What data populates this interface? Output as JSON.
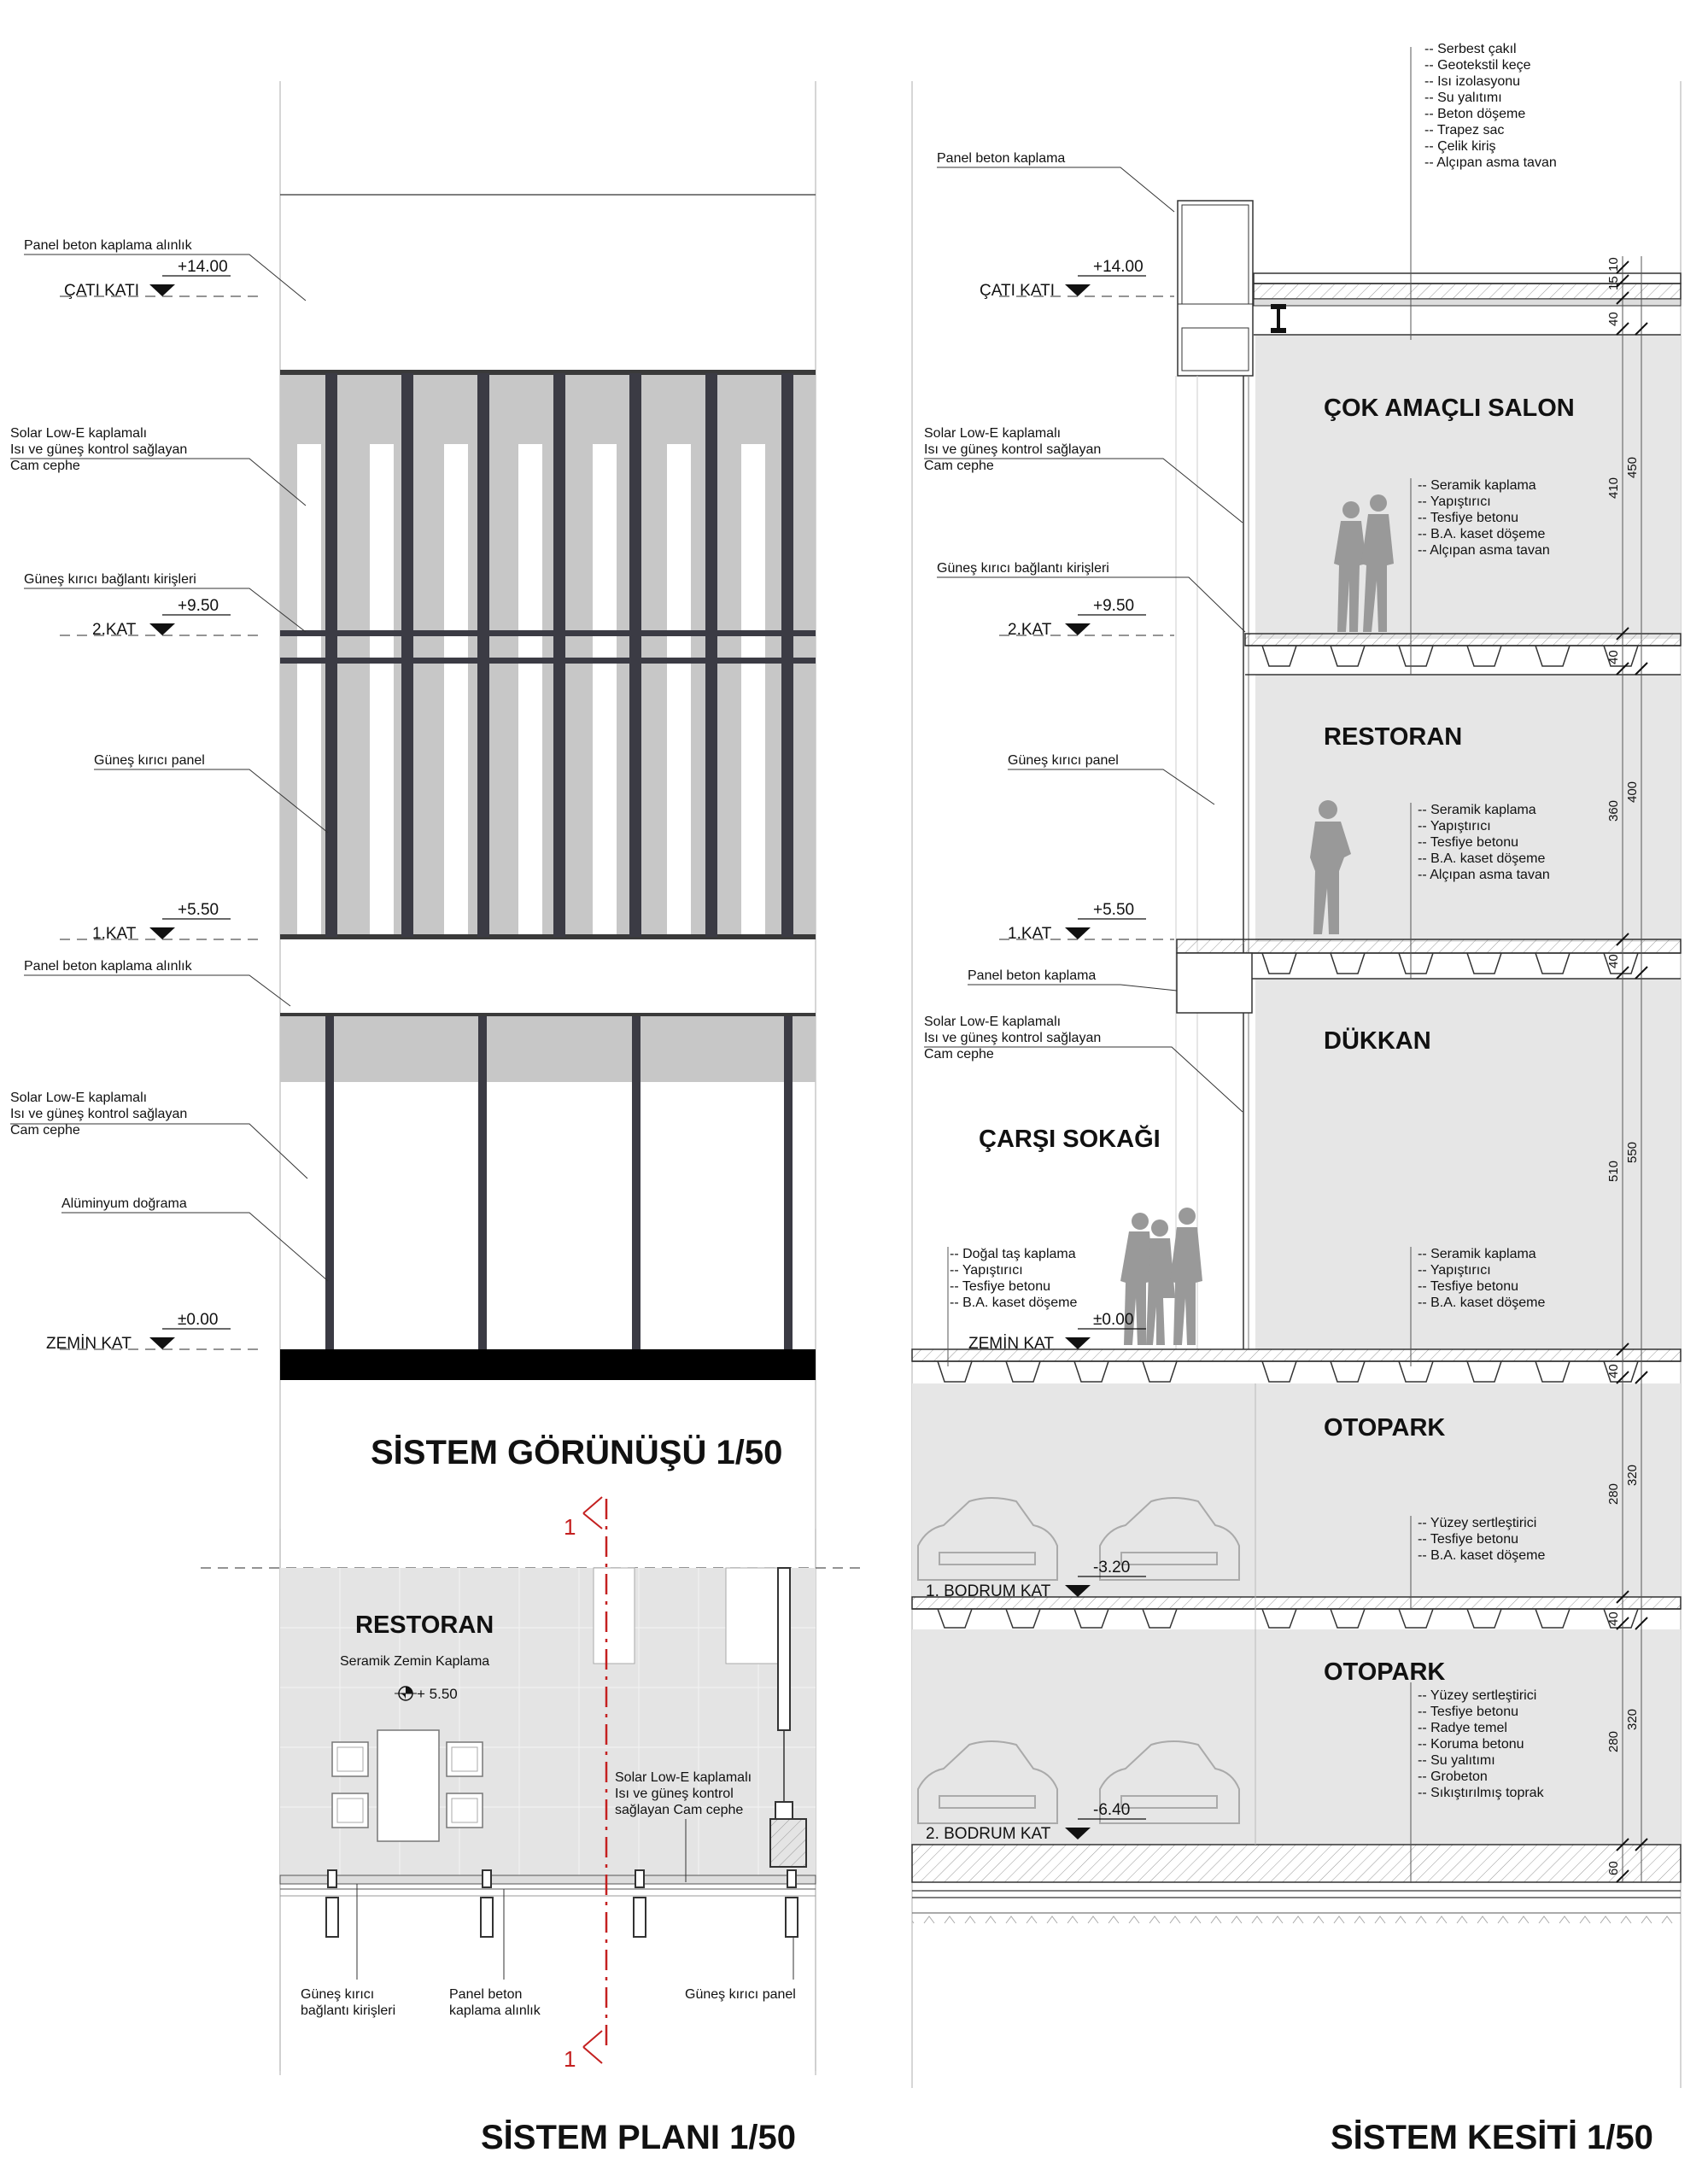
{
  "elevation": {
    "title": "SİSTEM GÖRÜNÜŞÜ 1/50",
    "levels": [
      {
        "name": "ÇATI KATI",
        "elev": "+14.00"
      },
      {
        "name": "2.KAT",
        "elev": "+9.50"
      },
      {
        "name": "1.KAT",
        "elev": "+5.50"
      },
      {
        "name": "ZEMİN KAT",
        "elev": "±0.00"
      }
    ],
    "notes": [
      "Panel beton kaplama alınlık",
      [
        "Solar Low-E kaplamalı",
        "Isı ve güneş kontrol sağlayan",
        "Cam cephe"
      ],
      "Güneş kırıcı bağlantı kirişleri",
      "Güneş kırıcı panel",
      "Panel beton kaplama alınlık",
      [
        "Solar Low-E kaplamalı",
        "Isı ve güneş kontrol sağlayan",
        "Cam cephe"
      ],
      "Alüminyum doğrama"
    ]
  },
  "plan": {
    "title": "SİSTEM PLANI 1/50",
    "room": "RESTORAN",
    "floor_finish": "Seramik Zemin Kaplama",
    "elevation": "+ 5.50",
    "section_mark": "1",
    "glass_note": [
      "Solar Low-E kaplamalı",
      "Isı ve güneş kontrol",
      "sağlayan Cam cephe"
    ],
    "bottom_notes": [
      [
        "Güneş kırıcı",
        "bağlantı kirişleri"
      ],
      [
        "Panel beton",
        "kaplama alınlık"
      ],
      [
        "Güneş kırıcı panel"
      ]
    ]
  },
  "section": {
    "title": "SİSTEM KESİTİ 1/50",
    "roof_layers": [
      "Serbest çakıl",
      "Geotekstil keçe",
      "Isı izolasyonu",
      "Su yalıtımı",
      "Beton döşeme",
      "Trapez sac",
      "Çelik kiriş",
      "Alçıpan asma tavan"
    ],
    "left_notes": [
      "Panel beton kaplama",
      [
        "Solar Low-E kaplamalı",
        "Isı ve güneş kontrol sağlayan",
        "Cam cephe"
      ],
      "Güneş kırıcı bağlantı kirişleri",
      "Güneş kırıcı panel",
      "Panel beton kaplama",
      [
        "Solar Low-E kaplamalı",
        "Isı ve güneş kontrol sağlayan",
        "Cam cephe"
      ]
    ],
    "levels": [
      {
        "name": "ÇATI KATI",
        "elev": "+14.00"
      },
      {
        "name": "2.KAT",
        "elev": "+9.50"
      },
      {
        "name": "1.KAT",
        "elev": "+5.50"
      },
      {
        "name": "ZEMİN KAT",
        "elev": "±0.00"
      },
      {
        "name": "1. BODRUM KAT",
        "elev": "-3.20"
      },
      {
        "name": "2. BODRUM KAT",
        "elev": "-6.40"
      }
    ],
    "rooms": [
      "ÇOK AMAÇLI SALON",
      "RESTORAN",
      "DÜKKAN",
      "ÇARŞI SOKAĞI",
      "OTOPARK",
      "OTOPARK"
    ],
    "floor_layers": {
      "salon": [
        "Seramik kaplama",
        "Yapıştırıcı",
        "Tesfiye betonu",
        "B.A. kaset döşeme",
        "Alçıpan asma tavan"
      ],
      "restoran": [
        "Seramik kaplama",
        "Yapıştırıcı",
        "Tesfiye betonu",
        "B.A. kaset döşeme",
        "Alçıpan asma tavan"
      ],
      "street": [
        "Doğal taş kaplama",
        "Yapıştırıcı",
        "Tesfiye betonu",
        "B.A. kaset döşeme"
      ],
      "dukkan": [
        "Seramik kaplama",
        "Yapıştırıcı",
        "Tesfiye betonu",
        "B.A. kaset döşeme"
      ],
      "otopark1": [
        "Yüzey sertleştirici",
        "Tesfiye betonu",
        "B.A. kaset döşeme"
      ],
      "otopark2": [
        "Yüzey sertleştirici",
        "Tesfiye betonu",
        "Radye temel",
        "Koruma betonu",
        "Su yalıtımı",
        "Grobeton",
        "Sıkıştırılmış toprak"
      ]
    },
    "dims_inner": [
      "10",
      "15",
      "40",
      "410",
      "40",
      "360",
      "40",
      "510",
      "40",
      "280",
      "40",
      "280",
      "60"
    ],
    "dims_outer": [
      "450",
      "400",
      "550",
      "320",
      "320"
    ]
  }
}
